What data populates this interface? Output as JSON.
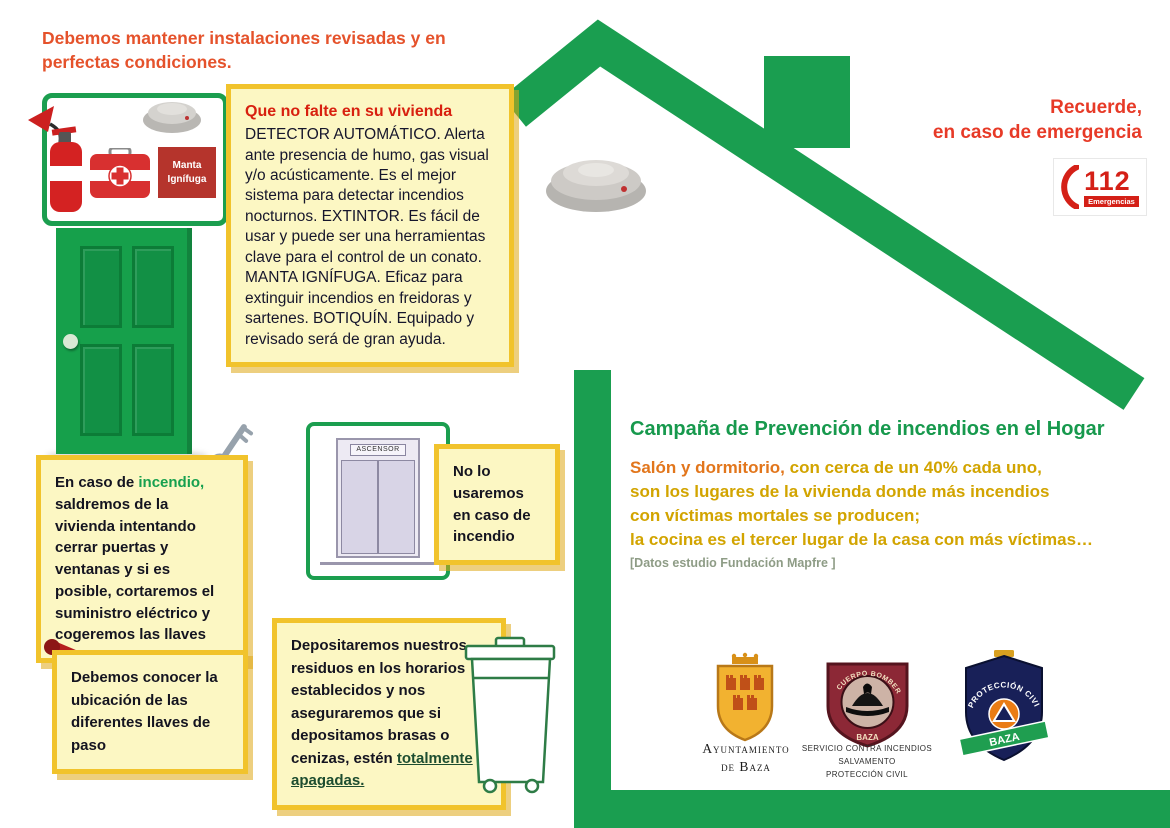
{
  "colors": {
    "brand_green": "#1b9e4f",
    "alert_red": "#e5522b",
    "emergency_red": "#d42017",
    "note_yellow_bg": "#fcf7c3",
    "note_yellow_border": "#f1c32c",
    "gold_text": "#d2a400"
  },
  "top": {
    "maintenance": "Debemos mantener instalaciones revisadas y en perfectas condiciones.",
    "recuerde_line1": "Recuerde,",
    "recuerde_line2": "en caso de emergencia"
  },
  "emergency": {
    "number": "112",
    "label": "Emergencias"
  },
  "equipment": {
    "manta_line1": "Manta",
    "manta_line2": "Ignífuga"
  },
  "vivienda_note": {
    "title": "Que no falte en su vivienda",
    "body": "DETECTOR AUTOMÁTICO. Alerta ante presencia de humo, gas visual y/o acústicamente. Es el mejor sistema para detectar incendios nocturnos. EXTINTOR. Es fácil de usar y puede ser una herramientas clave para el control de un conato. MANTA IGNÍFUGA. Eficaz para extinguir incendios en freidoras y sartenes. BOTIQUÍN. Equipado y revisado será de gran ayuda."
  },
  "incendio_note": {
    "prefix": "En caso de ",
    "highlight": "incendio,",
    "rest": " saldremos de la vivienda intentando cerrar puertas y ventanas y si es posible, cortaremos el suministro eléctrico y cogeremos las llaves"
  },
  "elevator": {
    "sign": "ASCENSOR",
    "note": "No lo usaremos en caso de incendio"
  },
  "campaign": {
    "title": "Campaña de Prevención de incendios en el Hogar",
    "lead_bold": "Salón y dormitorio,",
    "lead_rest": " con cerca de un 40% cada uno,",
    "line2": "son los lugares de la vivienda donde más incendios",
    "line3": "con víctimas mortales se producen;",
    "line4": "la cocina es el tercer lugar de la casa con más  víctimas…",
    "source": "[Datos estudio Fundación Mapfre ]"
  },
  "llaves_note": {
    "text": "Debemos conocer la ubicación de las diferentes llaves de paso"
  },
  "residuos_note": {
    "body": "Depositaremos nuestros residuos en los horarios establecidos y  nos aseguraremos que si depositamos brasas o cenizas, estén ",
    "underlined": "totalmente apagadas."
  },
  "logos": {
    "ayuntamiento": {
      "line1": "Ayuntamiento",
      "line2": "de Baza"
    },
    "bomberos": {
      "arc_top": "CUERPO BOMBEROS",
      "arc_bottom": "BAZA",
      "caption1": "Servicio Contra Incendios",
      "caption2": "Salvamento",
      "caption3": "Protección Civil"
    },
    "proteccion": {
      "arc": "PROTECCIÓN CIVIL",
      "band": "BAZA"
    }
  }
}
